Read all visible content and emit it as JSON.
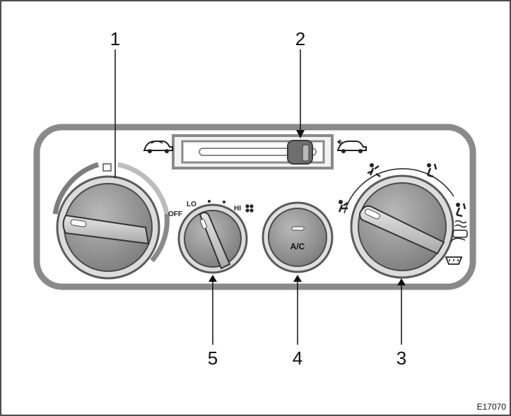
{
  "figure_code": "E17070",
  "callouts": {
    "temperature_dial": "1",
    "air_intake_lever": "2",
    "air_outlet_dial": "3",
    "ac_button": "4",
    "fan_speed_dial": "5"
  },
  "fan_dial_labels": {
    "off": "OFF",
    "lo": "LO",
    "hi": "HI"
  },
  "ac_button_label": "A/C",
  "icons": {
    "recirculate": "recirculate-air-car-icon",
    "fresh_air": "fresh-air-car-icon",
    "fan": "fan-icon",
    "face_vent": "face-vent-icon",
    "bi_level": "bi-level-vent-icon",
    "feet": "feet-vent-icon",
    "feet_defrost": "feet-defrost-icon",
    "defrost": "windshield-defrost-icon"
  }
}
